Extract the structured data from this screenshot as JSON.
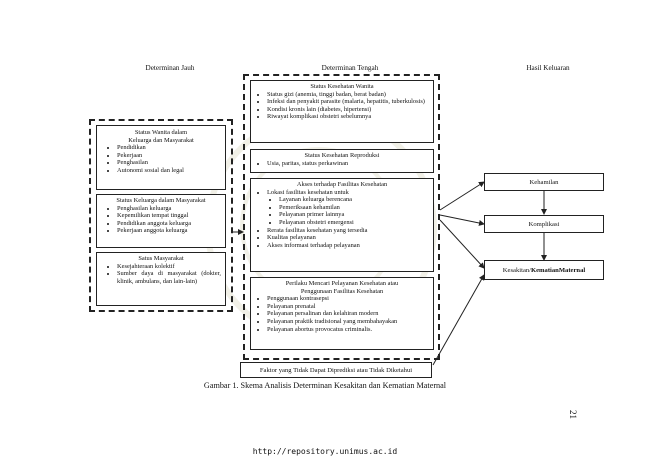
{
  "headers": {
    "left": "Determinan Jauh",
    "middle": "Determinan Tengah",
    "right": "Hasil Keluaran"
  },
  "left": {
    "status_wanita": {
      "title_line1": "Status Wanita dalam",
      "title_line2": "Keluarga dan Masyarakat",
      "items": [
        "Pendidikan",
        "Pekerjaan",
        "Penghasilan",
        "Autonomi sosial dan legal"
      ]
    },
    "status_keluarga": {
      "title": "Status Keluarga dalam Masyarakat",
      "items": [
        "Penghasilan keluarga",
        "Kepemilikan tempat tinggal",
        "Pendidikan anggota keluarga",
        "Pekerjaan anggota keluarga"
      ]
    },
    "status_masyarakat": {
      "title": "Satus Masyarakat",
      "items": [
        "Kesejahteraan kolektif",
        "Sumber daya di masyarakat (dokter, klinik, ambulans, dan lain-lain)"
      ]
    }
  },
  "middle": {
    "kesehatan_wanita": {
      "title": "Status Kesehatan Wanita",
      "items": [
        "Status gizi (anemia, tinggi badan, berat badan)",
        "Infeksi dan penyakit parasite (malaria, hepatitis, tuberkulosis)",
        "Kondisi kronis lain (diabetes, hipertensi)",
        "Riwayat komplikasi obstetri sebelumnya"
      ]
    },
    "kesehatan_reproduksi": {
      "title": "Status Kesehatan Reproduksi",
      "text": "Usia, paritas, status perkawinan"
    },
    "akses": {
      "title": "Akses terhadap Fasilitas Kesehatan",
      "lokasi": "Lokasi fasilitas kesehatan untuk",
      "subitems": [
        "Layanan keluarga berencana",
        "Pemeriksaan kehamilan",
        "Pelayanan primer lainnya",
        "Pelayanan obstetri emergensi"
      ],
      "items": [
        "Rerata fasilitas kesehatan yang tersedia",
        "Kualitas pelayanan",
        "Akses informasi terhadap pelayanan"
      ]
    },
    "perilaku": {
      "title_line1": "Perilaku Mencari Pelayanan Kesehatan atau",
      "title_line2": "Penggunaan Fasilitas Kesehatan",
      "items": [
        "Penggunaan kontrasepsi",
        "Pelayanan prenatal",
        "Pelayanan persalinan dan kelahiran modern",
        "Pelayanan praktik tradisional yang membahayakan",
        "Pelayanan abortus provocatus criminalis."
      ]
    }
  },
  "right": {
    "kehamilan": "Kehamilan",
    "komplikasi": "Komplikasi",
    "kesakitan_prefix": "Kesakitan/",
    "kesakitan_bold": "KematianMaternal"
  },
  "faktor": "Faktor yang Tidak Dapat Diprediksi atau Tidak Diketahui",
  "caption": "Gambar 1. Skema Analisis Determinan Kesakitan dan Kematian Maternal",
  "page_number": "21",
  "footer_url": "http://repository.unimus.ac.id"
}
